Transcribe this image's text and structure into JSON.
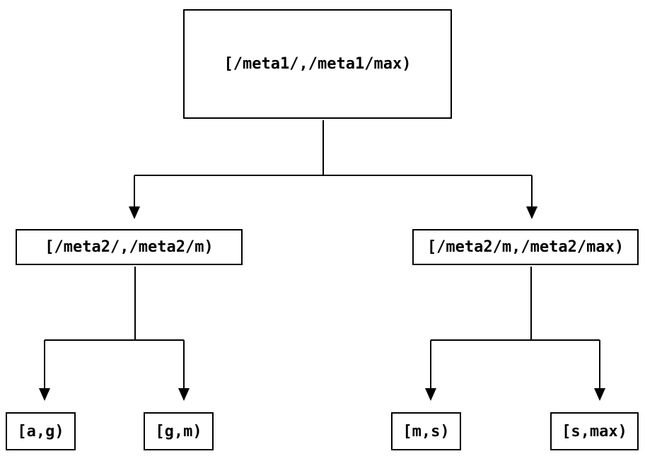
{
  "diagram": {
    "type": "tree",
    "description": "Two-level binary split of a key range into sub-ranges",
    "nodes": {
      "root": {
        "label": "[/meta1/,/meta1/max)"
      },
      "meta2_left": {
        "label": "[/meta2/,/meta2/m)"
      },
      "meta2_right": {
        "label": "[/meta2/m,/meta2/max)"
      },
      "leaf_ag": {
        "label": "[a,g)"
      },
      "leaf_gm": {
        "label": "[g,m)"
      },
      "leaf_ms": {
        "label": "[m,s)"
      },
      "leaf_smax": {
        "label": "[s,max)"
      }
    },
    "edges": [
      {
        "from": "root",
        "to": "meta2_left"
      },
      {
        "from": "root",
        "to": "meta2_right"
      },
      {
        "from": "meta2_left",
        "to": "leaf_ag"
      },
      {
        "from": "meta2_left",
        "to": "leaf_gm"
      },
      {
        "from": "meta2_right",
        "to": "leaf_ms"
      },
      {
        "from": "meta2_right",
        "to": "leaf_smax"
      }
    ],
    "colors": {
      "background": "#ffffff",
      "box_border": "#000000",
      "line": "#000000",
      "text": "#000000"
    }
  }
}
